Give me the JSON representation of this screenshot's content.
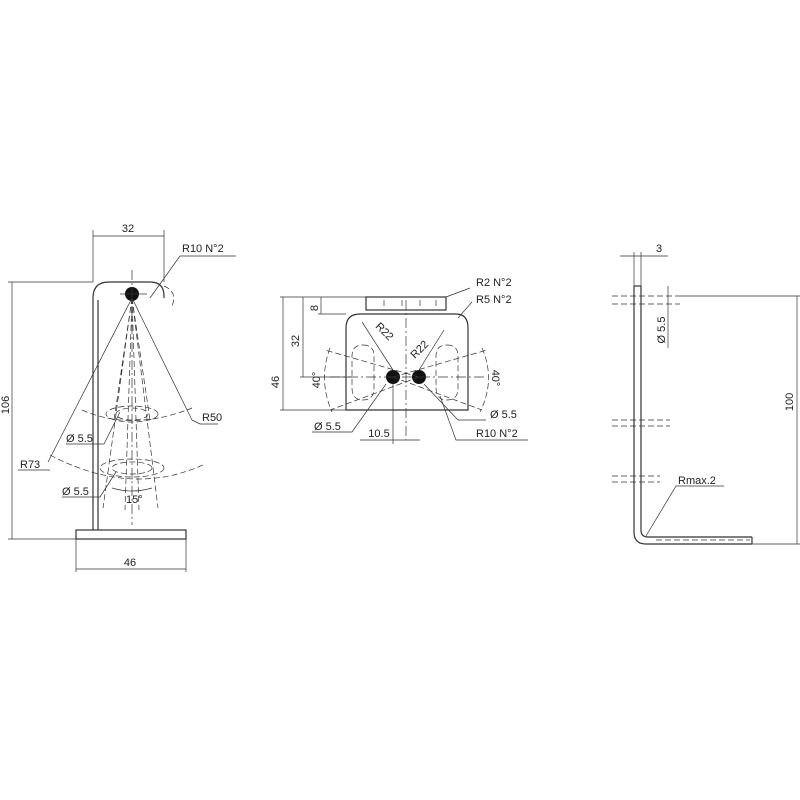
{
  "front_view": {
    "dim_top_width": "32",
    "label_r10": "R10 N°2",
    "label_r50": "R50",
    "label_height": "106",
    "label_r73": "R73",
    "label_d55_upper": "Ø 5.5",
    "label_d55_lower": "Ø 5.5",
    "label_angle": "15°",
    "dim_base_width": "46"
  },
  "top_view": {
    "label_r2": "R2 N°2",
    "label_r5": "R5 N°2",
    "dim_8": "8",
    "dim_32": "32",
    "dim_46": "46",
    "label_r22_left": "R22",
    "label_r22_right": "R22",
    "label_angle_left": "40°",
    "label_angle_right": "40°",
    "label_d55_left": "Ø 5.5",
    "label_d55_right": "Ø 5.5",
    "dim_10_5": "10.5",
    "label_r10": "R10 N°2"
  },
  "side_view": {
    "dim_thickness": "3",
    "label_d55": "Ø 5.5",
    "dim_height": "100",
    "label_rmax": "Rmax.2"
  }
}
